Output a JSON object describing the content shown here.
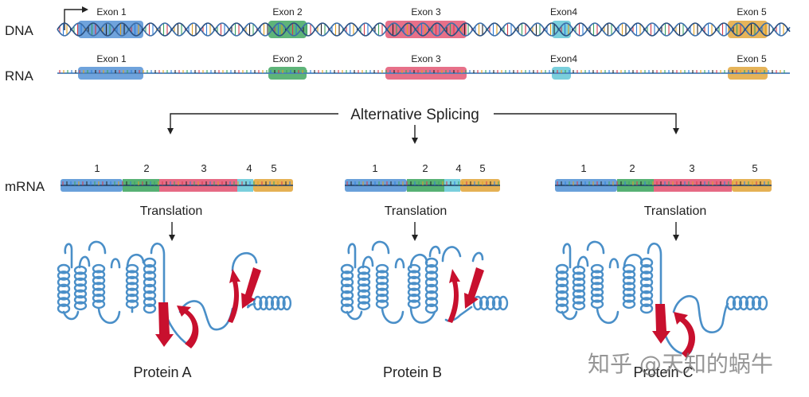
{
  "colors": {
    "exon1": "#4f8fd4",
    "exon2": "#3aa35c",
    "exon3": "#e2506f",
    "exon4": "#6ccad8",
    "exon5": "#e0a336",
    "protein": "#4a8fc8",
    "sheet_arrow": "#c8102e",
    "line": "#222222"
  },
  "rows": {
    "dna_label": "DNA",
    "rna_label": "RNA",
    "mrna_label": "mRNA"
  },
  "dna_exons": [
    "Exon 1",
    "Exon 2",
    "Exon 3",
    "Exon4",
    "Exon 5"
  ],
  "rna_exons": [
    "Exon 1",
    "Exon 2",
    "Exon 3",
    "Exon4",
    "Exon 5"
  ],
  "splicing_label": "Alternative Splicing",
  "isoforms": [
    {
      "segments": [
        {
          "label": "1",
          "exon": 1
        },
        {
          "label": "2",
          "exon": 2
        },
        {
          "label": "3",
          "exon": 3
        },
        {
          "label": "4",
          "exon": 4
        },
        {
          "label": "5",
          "exon": 5
        }
      ],
      "translation_label": "Translation",
      "protein_label": "Protein A"
    },
    {
      "segments": [
        {
          "label": "1",
          "exon": 1
        },
        {
          "label": "2",
          "exon": 2
        },
        {
          "label": "4",
          "exon": 4
        },
        {
          "label": "5",
          "exon": 5
        }
      ],
      "translation_label": "Translation",
      "protein_label": "Protein B"
    },
    {
      "segments": [
        {
          "label": "1",
          "exon": 1
        },
        {
          "label": "2",
          "exon": 2
        },
        {
          "label": "3",
          "exon": 3
        },
        {
          "label": "5",
          "exon": 5
        }
      ],
      "translation_label": "Translation",
      "protein_label": "Protein C"
    }
  ],
  "watermark": "知乎 @天知的蜗牛"
}
